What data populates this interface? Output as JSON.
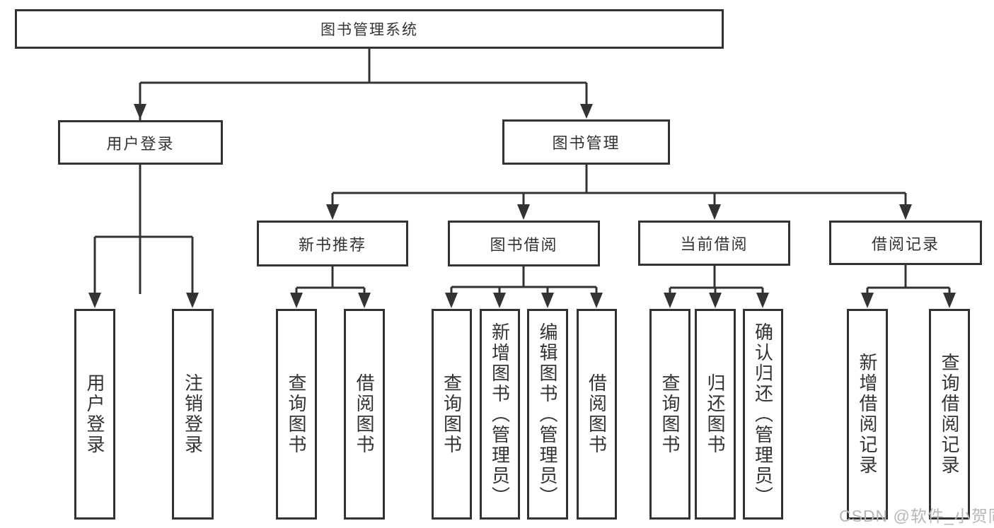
{
  "diagram": {
    "type": "tree",
    "root": {
      "label": "图书管理系统"
    },
    "branches": [
      {
        "label": "用户登录",
        "children": [
          {
            "label": "用户登录"
          },
          {
            "label": "注销登录"
          }
        ]
      },
      {
        "label": "图书管理",
        "children": [
          {
            "label": "新书推荐",
            "children": [
              {
                "label": "查询图书"
              },
              {
                "label": "借阅图书"
              }
            ]
          },
          {
            "label": "图书借阅",
            "children": [
              {
                "label": "查询图书"
              },
              {
                "label": "新增图书（管理员）"
              },
              {
                "label": "编辑图书（管理员）"
              },
              {
                "label": "借阅图书"
              }
            ]
          },
          {
            "label": "当前借阅",
            "children": [
              {
                "label": "查询图书"
              },
              {
                "label": "归还图书"
              },
              {
                "label": "确认归还（管理员）"
              }
            ]
          },
          {
            "label": "借阅记录",
            "children": [
              {
                "label": "新增借阅记录"
              },
              {
                "label": "查询借阅记录"
              }
            ]
          }
        ]
      }
    ]
  },
  "watermark": {
    "text": "CSDN @软件_小贺同学"
  },
  "colors": {
    "line": "#333333",
    "border": "#333333",
    "text": "#333333",
    "watermark": "#b7b7b7",
    "background": "#ffffff"
  }
}
